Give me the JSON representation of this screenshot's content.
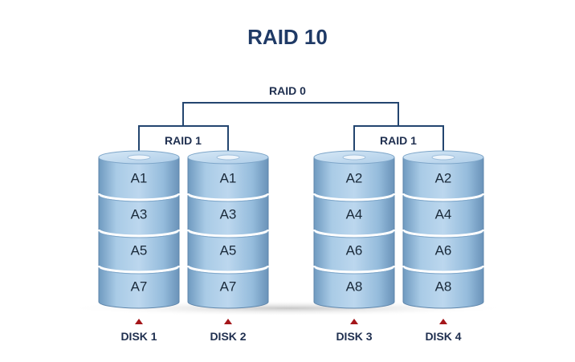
{
  "title": "RAID 10",
  "raid0_label": "RAID 0",
  "mirror_groups": [
    {
      "label": "RAID 1",
      "disks": [
        0,
        1
      ]
    },
    {
      "label": "RAID 1",
      "disks": [
        2,
        3
      ]
    }
  ],
  "disks": [
    {
      "label": "DISK 1",
      "blocks": [
        "A1",
        "A3",
        "A5",
        "A7"
      ]
    },
    {
      "label": "DISK 2",
      "blocks": [
        "A1",
        "A3",
        "A5",
        "A7"
      ]
    },
    {
      "label": "DISK 3",
      "blocks": [
        "A2",
        "A4",
        "A6",
        "A8"
      ]
    },
    {
      "label": "DISK 4",
      "blocks": [
        "A2",
        "A4",
        "A6",
        "A8"
      ]
    }
  ],
  "colors": {
    "title": "#1f3a66",
    "connector": "#23456f",
    "disk_body": "#9ec3e0",
    "disk_top": "#c7def0",
    "arrow": "#a4161a"
  }
}
